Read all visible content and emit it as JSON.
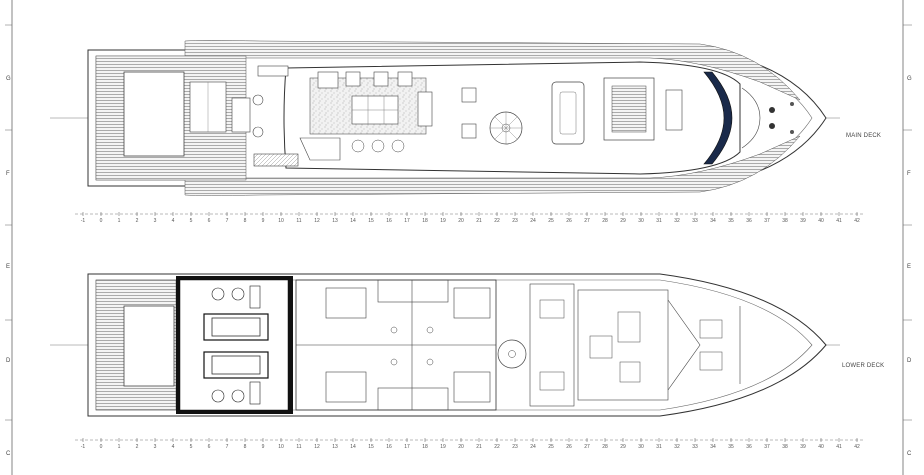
{
  "labels": {
    "main_deck": "MAIN DECK",
    "lower_deck": "LOWER DECK"
  },
  "zones_left": [
    "G",
    "F",
    "E",
    "D",
    "C"
  ],
  "zones_right": [
    "G",
    "F",
    "E",
    "D",
    "C"
  ],
  "frame_numbers": [
    "-1",
    "0",
    "1",
    "2",
    "3",
    "4",
    "5",
    "6",
    "7",
    "8",
    "9",
    "10",
    "11",
    "12",
    "13",
    "14",
    "15",
    "16",
    "17",
    "18",
    "19",
    "20",
    "21",
    "22",
    "23",
    "24",
    "25",
    "26",
    "27",
    "28",
    "29",
    "30",
    "31",
    "32",
    "33",
    "34",
    "35",
    "36",
    "37",
    "38",
    "39",
    "40",
    "41",
    "42"
  ],
  "colors": {
    "line": "#333333",
    "thin": "#666666",
    "deck_teak": "#8c8c8c",
    "engine_room": "#111111",
    "hatch": "#cccccc",
    "bridge_glass": "#1a2a4a"
  }
}
